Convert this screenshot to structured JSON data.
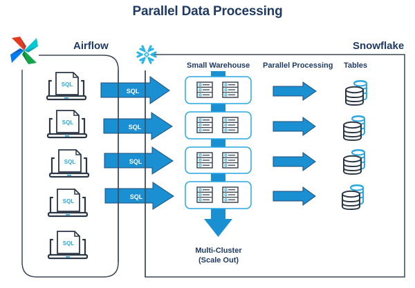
{
  "title": "Parallel Data Processing",
  "airflow": {
    "label": "Airflow",
    "logo": "airflow-pinwheel-icon",
    "clients": [
      {
        "icon": "laptop-sql-icon",
        "doc_label": "SQL"
      },
      {
        "icon": "laptop-sql-icon",
        "doc_label": "SQL"
      },
      {
        "icon": "laptop-sql-icon",
        "doc_label": "SQL"
      },
      {
        "icon": "laptop-sql-icon",
        "doc_label": "SQL"
      },
      {
        "icon": "laptop-sql-icon",
        "doc_label": "SQL"
      }
    ]
  },
  "query_arrows": [
    {
      "label": "SQL"
    },
    {
      "label": "SQL"
    },
    {
      "label": "SQL"
    },
    {
      "label": "SQL"
    }
  ],
  "snowflake": {
    "label": "Snowflake",
    "logo": "snowflake-icon",
    "columns": {
      "warehouse": "Small Warehouse",
      "processing": "Parallel Processing",
      "tables": "Tables"
    },
    "clusters": [
      {
        "icon": "server-rack-icon",
        "servers": 2
      },
      {
        "icon": "server-rack-icon",
        "servers": 2
      },
      {
        "icon": "server-rack-icon",
        "servers": 2
      },
      {
        "icon": "server-rack-icon",
        "servers": 2
      }
    ],
    "tables": [
      {
        "icon": "database-stack-icon"
      },
      {
        "icon": "database-stack-icon"
      },
      {
        "icon": "database-stack-icon"
      },
      {
        "icon": "database-stack-icon"
      }
    ],
    "scale_out_label_line1": "Multi-Cluster",
    "scale_out_label_line2": "(Scale Out)"
  },
  "colors": {
    "title": "#1f3a64",
    "arrow_fill": "#1a8fd1",
    "arrow_stroke": "#1f4e79",
    "outline": "#3b4656",
    "accent": "#29a7e1",
    "icon_dark": "#2b3645"
  }
}
